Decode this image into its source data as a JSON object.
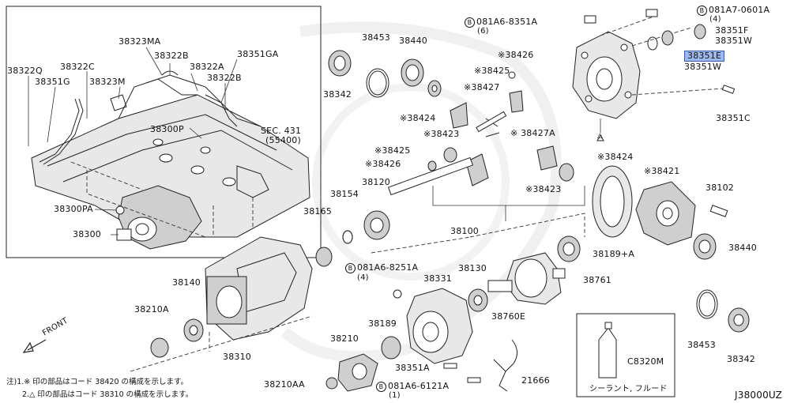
{
  "diagram_code": "J38000UZ",
  "front_label": "FRONT",
  "sec_label": "SEC. 431",
  "sec_sub": "(55400)",
  "notes": {
    "line1": "注)1.※ 印の部品はコード 38420 の構成を示します。",
    "line2": "2.△ 印の部品はコード 38310 の構成を示します。"
  },
  "sealant_caption": "シーラント, フルード",
  "triangle_mark": "△",
  "bolts": {
    "b1": {
      "code": "081A6-8351A",
      "qty": "(6)"
    },
    "b2": {
      "code": "081A7-0601A",
      "qty": "(4)"
    },
    "b3": {
      "code": "081A6-8251A",
      "qty": "(4)"
    },
    "b4": {
      "code": "081A6-6121A",
      "qty": "(1)"
    },
    "circle": "B"
  },
  "parts": {
    "p38322Q": "38322Q",
    "p38322C": "38322C",
    "p38323MA": "38323MA",
    "p38322B_a": "38322B",
    "p38322A": "38322A",
    "p38351GA": "38351GA",
    "p38322B_b": "38322B",
    "p38351G": "38351G",
    "p38323M": "38323M",
    "p38300P": "38300P",
    "p38300PA": "38300PA",
    "p38300": "38300",
    "p38453_t": "38453",
    "p38440_t": "38440",
    "p38342_t": "38342",
    "p38426_t": "※38426",
    "p38425_t": "※38425",
    "p38427": "※38427",
    "p38424_a": "※38424",
    "p38423_a": "※38423",
    "p38427A": "※ 38427A",
    "p38425_b": "※38425",
    "p38426_b": "※38426",
    "p38424_b": "※38424",
    "p38423_b": "※38423",
    "p38421": "※38421",
    "p38102": "38102",
    "p38120": "38120",
    "p38154": "38154",
    "p38165": "38165",
    "p38100": "38100",
    "p38440_r": "38440",
    "p38189A": "38189+A",
    "p38140": "38140",
    "p38130": "38130",
    "p38761": "38761",
    "p38331": "38331",
    "p38210A": "38210A",
    "p38310": "38310",
    "p38189": "38189",
    "p38760E": "38760E",
    "p38210": "38210",
    "p38351A": "38351A",
    "p21666": "21666",
    "p38210AA": "38210AA",
    "p38453_b": "38453",
    "p38342_b": "38342",
    "p38351F": "38351F",
    "p38351W_a": "38351W",
    "p38351E": "38351E",
    "p38351W_b": "38351W",
    "p38351C": "38351C",
    "pC8320M": "C8320M"
  },
  "highlight_color": "#9fb8ee"
}
